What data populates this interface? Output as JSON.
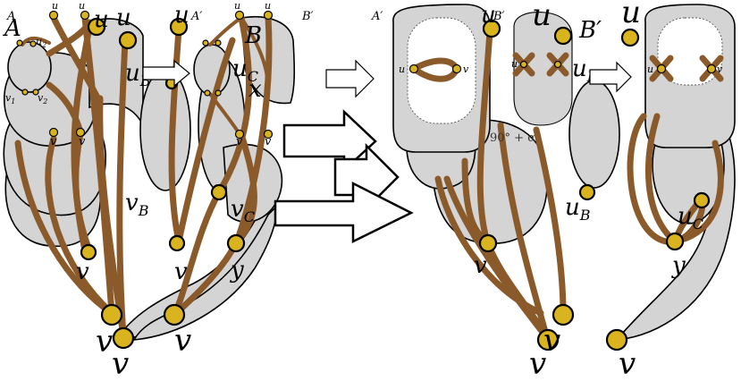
{
  "figure": {
    "label_v": "v",
    "label_u": "u",
    "label_y": "y",
    "label_x": "x",
    "label_A": "A",
    "label_A_prime": "A′",
    "label_B": "B",
    "label_B_prime": "B′",
    "label_uB": "u",
    "label_uB_sub": "B",
    "label_vB": "v",
    "label_vB_sub": "B",
    "label_vC": "v",
    "label_vC_sub": "C",
    "label_uC": "u",
    "label_uC_sub": "C",
    "label_u1": "u",
    "label_u1_sub": "1",
    "label_u2": "u",
    "label_u2_sub": "2",
    "label_v1": "v",
    "label_v1_sub": "1",
    "label_v2": "v",
    "label_v2_sub": "2",
    "label_angle": "90° + α",
    "label_C": "C"
  },
  "colors": {
    "edge": "#8b5a2b",
    "vertex": "#d9b41f",
    "region": "#d4d4d4"
  }
}
